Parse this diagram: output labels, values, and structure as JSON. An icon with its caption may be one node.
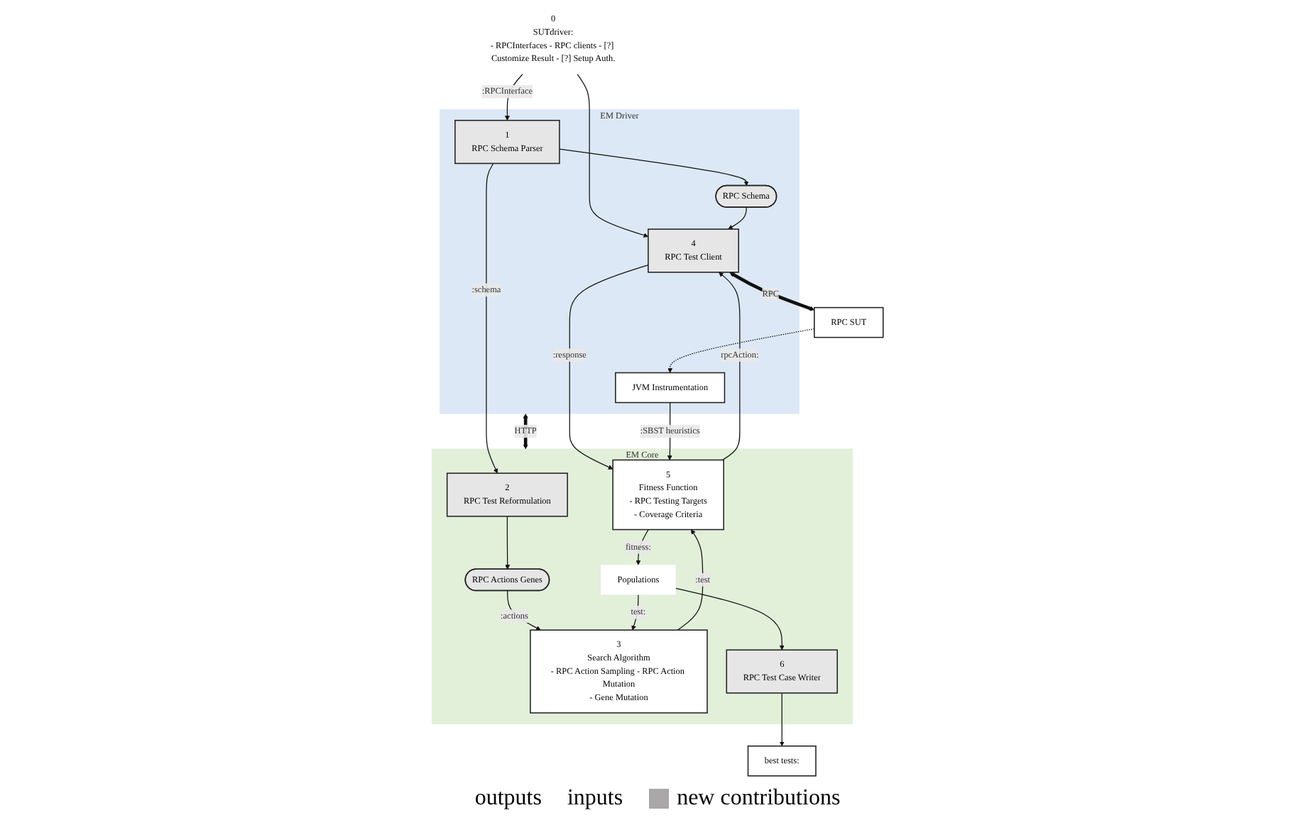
{
  "diagram": {
    "nodes": [
      {
        "text": [
          "EM Driver"
        ]
      },
      {
        "text": [
          "1",
          "RPC Schema Parser"
        ],
        "in": 0
      },
      {
        "text": [
          "RPC Schema"
        ],
        "in": 0
      },
      {
        "text": [
          "4",
          "RPC Test Client"
        ],
        "in": 0
      },
      {
        "text": [
          "RPC SUT"
        ]
      },
      {
        "text": [
          "JVM Instrumentation"
        ],
        "in": 0
      },
      {
        "text": [
          "EM Core"
        ]
      },
      {
        "text": [
          "2",
          "RPC Test Reformulation"
        ],
        "in": 6
      },
      {
        "text": [
          "RPC Actions Genes"
        ],
        "in": 6
      },
      {
        "text": [
          "3",
          "Search Algorithm",
          "- RPC Action Sampling - RPC Action Mutation",
          "- Gene Mutation"
        ],
        "in": 6
      },
      {
        "text": [
          "5",
          "Fitness Function",
          "- RPC Testing Targets",
          "- Coverage Criteria"
        ],
        "in": 6
      },
      {
        "text": [
          "6",
          "RPC Test Case Writer"
        ],
        "in": 6
      },
      {
        "text": [
          "Populations"
        ],
        "in": 6
      },
      {
        "text": [
          "0",
          "SUTdriver:",
          "- RPCInterfaces - RPC clients - [?] Customize Result - [?] Setup Auth."
        ]
      },
      {
        "text": [
          "best tests:"
        ]
      }
    ],
    "edges": [
      {
        "from": 13,
        "to": 1,
        "arrow": "to",
        "label": ":RPCInterface"
      },
      {
        "from": 13,
        "to": 3,
        "arrow": "to"
      },
      {
        "from": 1,
        "to": 2,
        "arrow": "to"
      },
      {
        "from": 2,
        "to": 3,
        "arrow": "to"
      },
      {
        "from": 3,
        "to": 4,
        "arrow": "both",
        "label": "RPC",
        "style": "thick"
      },
      {
        "from": 4,
        "to": 5,
        "arrow": "to",
        "style": "dashed"
      },
      {
        "from": 0,
        "to": 6,
        "arrow": "both",
        "label": "HTTP",
        "style": "thick"
      },
      {
        "from": 1,
        "to": 7,
        "arrow": "to",
        "label": ":schema"
      },
      {
        "from": 7,
        "to": 8,
        "arrow": "to"
      },
      {
        "from": 8,
        "to": 9,
        "arrow": "to",
        "label": ":actions"
      },
      {
        "from": 9,
        "to": 10,
        "arrow": "to",
        "label": ":test"
      },
      {
        "from": 10,
        "to": 3,
        "arrow": "to",
        "label": "rpcAction:"
      },
      {
        "from": 3,
        "to": 10,
        "arrow": "to",
        "label": ":response"
      },
      {
        "from": 5,
        "to": 10,
        "arrow": "to",
        "label": ":SBST heuristics"
      },
      {
        "from": 10,
        "to": 12,
        "arrow": "to",
        "label": "fitness:"
      },
      {
        "from": 12,
        "to": 9,
        "arrow": "to",
        "label": "test:"
      },
      {
        "from": 12,
        "to": 11,
        "arrow": "to"
      },
      {
        "from": 11,
        "to": 14,
        "arrow": "to"
      }
    ],
    "legend": [
      {
        "text": "outputs"
      },
      {
        "text": "inputs"
      },
      {
        "text": "new contributions",
        "color": "#a9a7a7"
      }
    ]
  }
}
